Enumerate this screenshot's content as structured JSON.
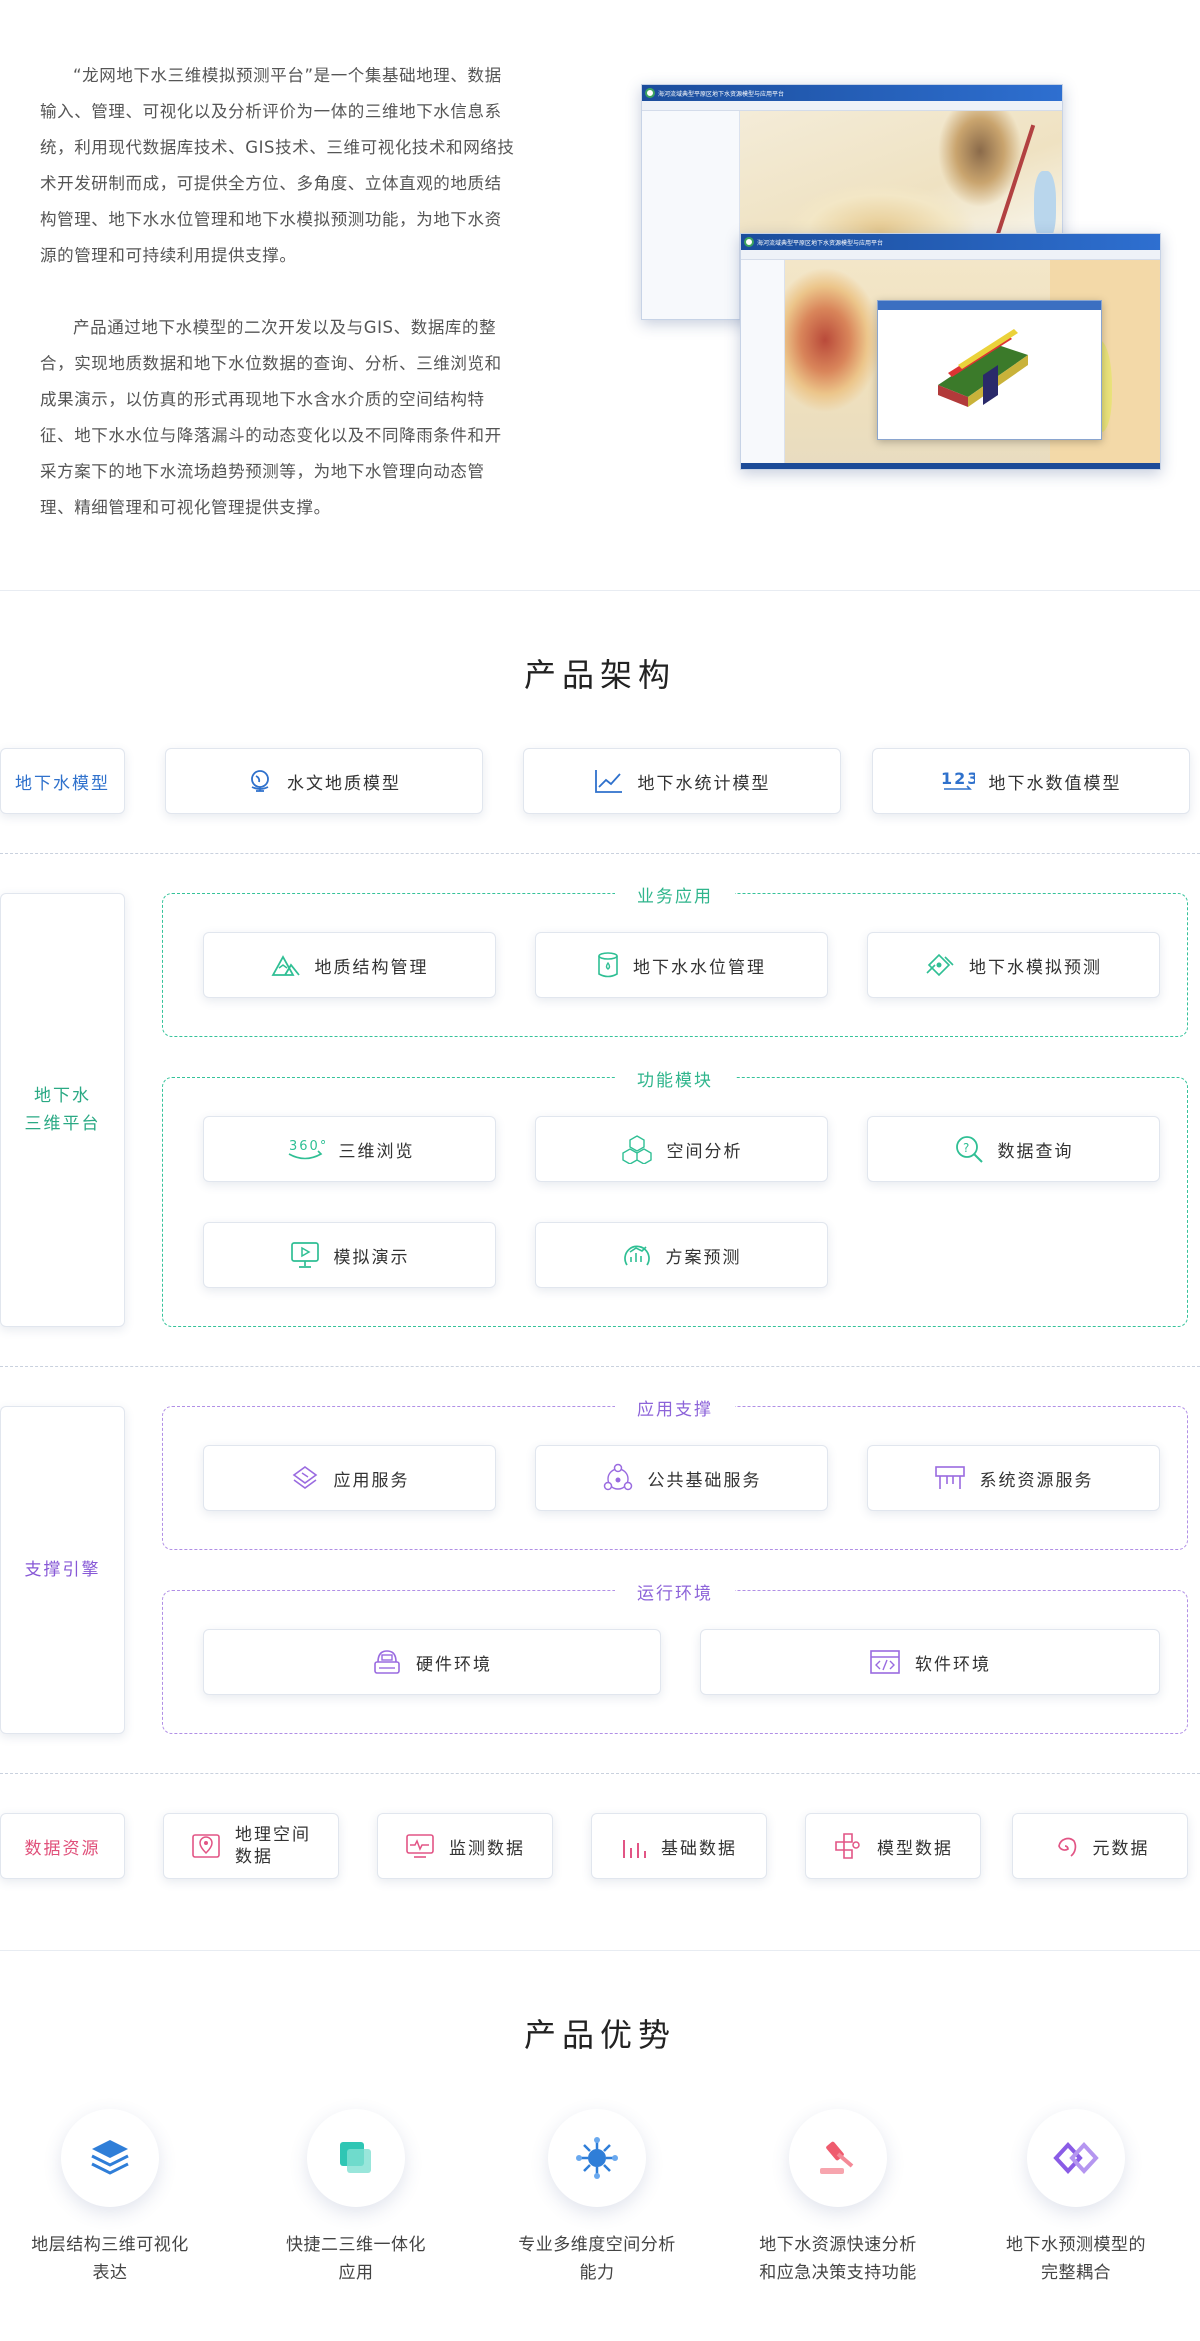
{
  "intro": {
    "paragraph1": "“龙网地下水三维模拟预测平台”是一个集基础地理、数据输入、管理、可视化以及分析评价为一体的三维地下水信息系统，利用现代数据库技术、GIS技术、三维可视化技术和网络技术开发研制而成，可提供全方位、多角度、立体直观的地质结构管理、地下水水位管理和地下水模拟预测功能，为地下水资源的管理和可持续利用提供支撑。",
    "paragraph2": "产品通过地下水模型的二次开发以及与GIS、数据库的整合，实现地质数据和地下水位数据的查询、分析、三维浏览和成果演示，以仿真的形式再现地下水含水介质的空间结构特征、地下水水位与降落漏斗的动态变化以及不同降雨条件和开采方案下的地下水流场趋势预测等，为地下水管理向动态管理、精细管理和可视化管理提供支撑。",
    "screenshot_title": "海河流域典型平原区地下水资源模型与应用平台"
  },
  "architecture": {
    "title": "产品架构",
    "model_row": {
      "label": "地下水模型",
      "items": [
        {
          "label": "水文地质模型",
          "icon": "globe-icon"
        },
        {
          "label": "地下水统计模型",
          "icon": "line-chart-icon"
        },
        {
          "label": "地下水数值模型",
          "icon": "numbers-123-icon"
        }
      ]
    },
    "platform": {
      "label": "地下水\n三维平台",
      "business": {
        "title": "业务应用",
        "items": [
          {
            "label": "地质结构管理",
            "icon": "mountain-icon"
          },
          {
            "label": "地下水水位管理",
            "icon": "water-tank-icon"
          },
          {
            "label": "地下水模拟预测",
            "icon": "flow-arrows-icon"
          }
        ]
      },
      "function": {
        "title": "功能模块",
        "items": [
          {
            "label": "三维浏览",
            "icon": "360-view-icon"
          },
          {
            "label": "空间分析",
            "icon": "cubes-icon"
          },
          {
            "label": "数据查询",
            "icon": "search-icon"
          },
          {
            "label": "模拟演示",
            "icon": "monitor-play-icon"
          },
          {
            "label": "方案预测",
            "icon": "forecast-chart-icon"
          }
        ]
      }
    },
    "engine": {
      "label": "支撑引擎",
      "app_support": {
        "title": "应用支撑",
        "items": [
          {
            "label": "应用服务",
            "icon": "layers-diamond-icon"
          },
          {
            "label": "公共基础服务",
            "icon": "network-triangle-icon"
          },
          {
            "label": "系统资源服务",
            "icon": "rack-icon"
          }
        ]
      },
      "runtime": {
        "title": "运行环境",
        "items": [
          {
            "label": "硬件环境",
            "icon": "hardware-icon"
          },
          {
            "label": "软件环境",
            "icon": "code-window-icon"
          }
        ]
      }
    },
    "data": {
      "label": "数据资源",
      "items": [
        {
          "label": "地理空间\n数据",
          "icon": "map-pin-icon"
        },
        {
          "label": "监测数据",
          "icon": "pulse-monitor-icon"
        },
        {
          "label": "基础数据",
          "icon": "bar-chart-icon"
        },
        {
          "label": "模型数据",
          "icon": "puzzle-icon"
        },
        {
          "label": "元数据",
          "icon": "spiral-icon"
        }
      ]
    }
  },
  "advantages": {
    "title": "产品优势",
    "items": [
      {
        "label": "地层结构三维可视化\n表达",
        "icon": "stacked-layers-icon",
        "color": "#2f7ed8"
      },
      {
        "label": "快捷二三维一体化\n应用",
        "icon": "overlap-squares-icon",
        "color": "#2fc6b4"
      },
      {
        "label": "专业多维度空间分析\n能力",
        "icon": "hub-icon",
        "color": "#2f7ed8"
      },
      {
        "label": "地下水资源快速分析\n和应急决策支持功能",
        "icon": "gavel-icon",
        "color": "#ef5b6e"
      },
      {
        "label": "地下水预测模型的\n完整耦合",
        "icon": "double-diamond-icon",
        "color": "#8a5ce6"
      }
    ]
  }
}
